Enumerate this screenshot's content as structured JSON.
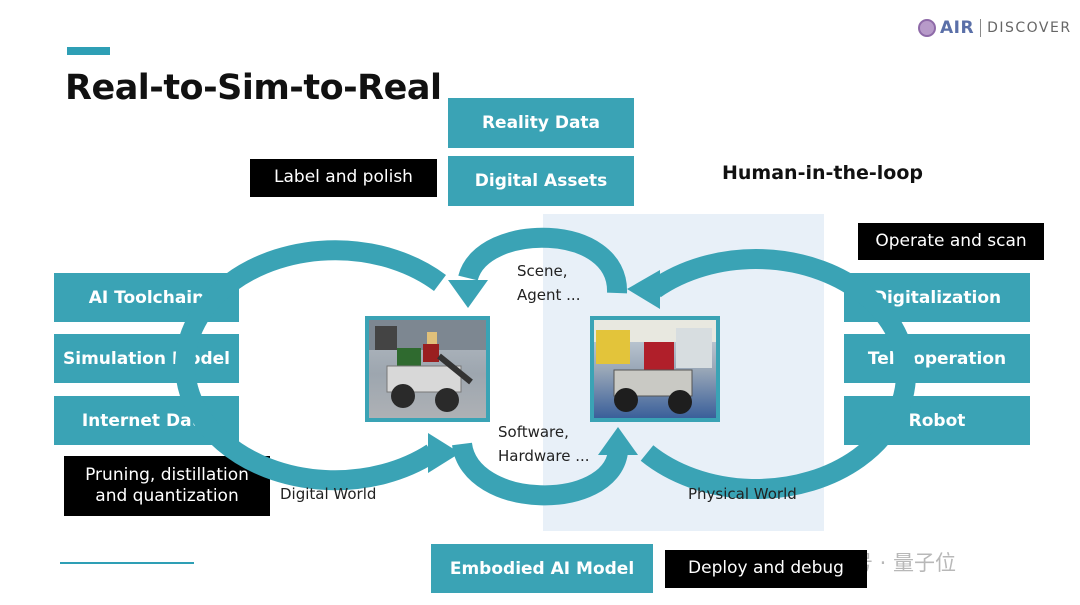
{
  "slide": {
    "title": "Real-to-Sim-to-Real",
    "logo": {
      "brand": "AIR",
      "tagline": "DISCOVER"
    },
    "human_in_the_loop": "Human-in-the-loop",
    "top_boxes": [
      "Reality Data",
      "Digital Assets"
    ],
    "label_and_polish": "Label and polish",
    "left_boxes": [
      "AI Toolchain",
      "Simulation Model",
      "Internet Data"
    ],
    "left_note": [
      "Pruning, distillation",
      "and quantization"
    ],
    "right_note": "Operate and scan",
    "right_boxes": [
      "Digitalization",
      "Tele-operation",
      "Robot"
    ],
    "cycle_labels": {
      "top": [
        "Scene,",
        "Agent ..."
      ],
      "bottom": [
        "Software,",
        "Hardware ..."
      ]
    },
    "digital_world": "Digital World",
    "physical_world": "Physical World",
    "bottom_box": "Embodied AI Model",
    "deploy_note": "Deploy and debug",
    "watermark": "公众号 · 量子位",
    "colors": {
      "teal": "#3aa3b5",
      "black": "#000000",
      "panel": "#e8f0f8"
    }
  }
}
